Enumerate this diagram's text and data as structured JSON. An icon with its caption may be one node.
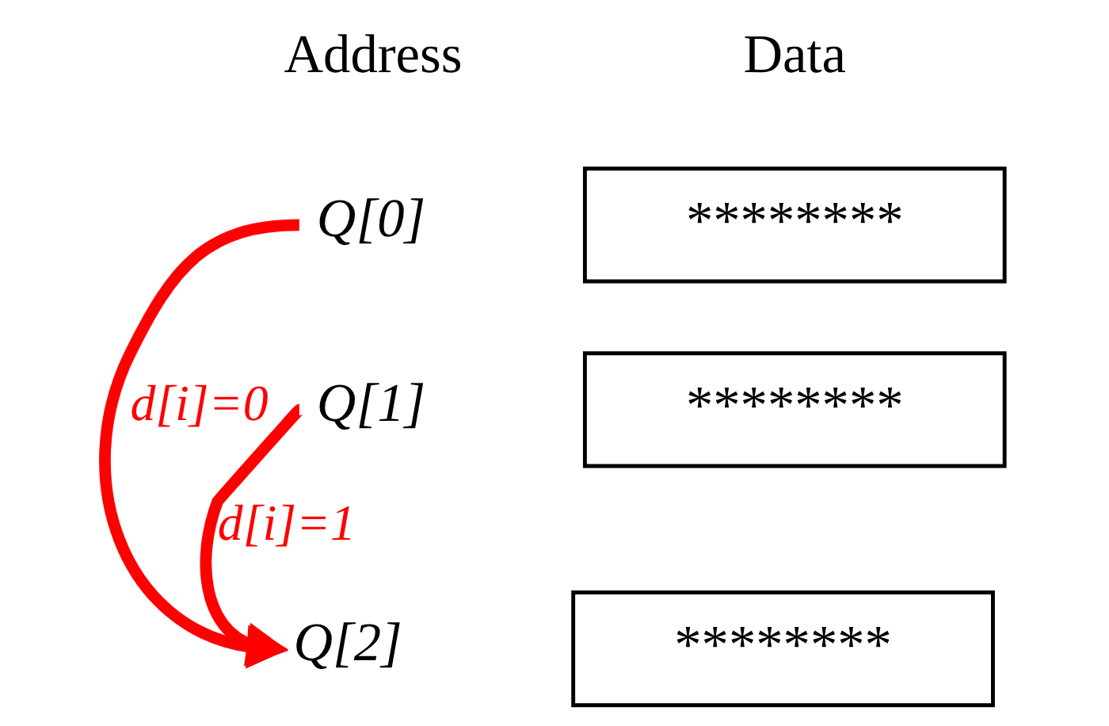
{
  "diagram": {
    "nodes": [
      {
        "text": [
          "Q[0]"
        ]
      },
      {
        "text": [
          "********"
        ]
      },
      {
        "text": [
          "Q[1]"
        ]
      },
      {
        "text": [
          "********"
        ]
      },
      {
        "text": [
          "Q[2]"
        ]
      },
      {
        "text": [
          "********"
        ]
      }
    ],
    "edges": [
      {
        "from": 0,
        "to": 4,
        "arrow": "to",
        "label": "d[i]=0"
      },
      {
        "from": 2,
        "to": 4,
        "arrow": "to",
        "label": "d[i]=1"
      }
    ],
    "labels": [
      "Address",
      "Data"
    ]
  }
}
